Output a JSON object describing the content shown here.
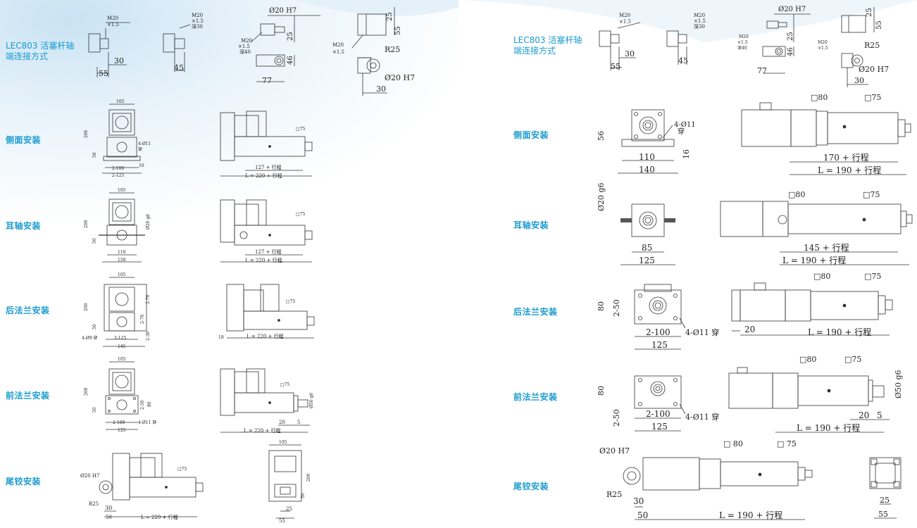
{
  "colors": {
    "label": "#1a9bd0",
    "line": "#333333",
    "background_glow": "#d8ecf6"
  },
  "left": {
    "title_line1": "LEC803 活塞杆轴",
    "title_line2": "端连接方式",
    "rods": {
      "r1": {
        "thread": "M20",
        "pitch": "×1.5",
        "d1": "30",
        "d2": "55"
      },
      "r2": {
        "thread": "M20",
        "pitch": "×1.5",
        "depth": "深30",
        "d1": "45"
      },
      "r3": {
        "bore": "Ø20 H7",
        "thread": "M20",
        "pitch": "×1.5",
        "depth": "深40",
        "d1": "25",
        "d2": "46",
        "d3": "77"
      },
      "r4": {
        "thread": "M20",
        "pitch": "×1.5",
        "d1": "25",
        "d2": "55",
        "r": "R25",
        "bore": "Ø20 H7",
        "d3": "30"
      }
    },
    "rows": [
      {
        "label": "侧面安装",
        "dims": [
          "105",
          "206",
          "56",
          "4-Ø11",
          "穿",
          "16",
          "2-100",
          "2-125"
        ],
        "side": [
          "□75",
          "127 + 行程",
          "L = 220 + 行程"
        ]
      },
      {
        "label": "耳轴安装",
        "dims": [
          "105",
          "200",
          "50",
          "Ø20 g6",
          "110",
          "150"
        ],
        "side": [
          "□75",
          "127 + 行程",
          "L = 220 + 行程"
        ]
      },
      {
        "label": "后法兰安装",
        "dims": [
          "105",
          "200",
          "50",
          "2-70",
          "2-70",
          "4-Ø9 穿",
          "3-125",
          "2-30",
          "145"
        ],
        "side": [
          "□75",
          "18",
          "L = 220 + 行程"
        ]
      },
      {
        "label": "前法兰安装",
        "dims": [
          "105",
          "200",
          "50",
          "2-50",
          "80",
          "2-100",
          "4-Ø11 穿",
          "125"
        ],
        "side": [
          "□75",
          "Ø50 g6",
          "20",
          "5",
          "L = 220 + 行程"
        ]
      },
      {
        "label": "尾铰安装",
        "dims": [
          "Ø20 H7",
          "R25",
          "30",
          "50"
        ],
        "side": [
          "□75",
          "L = 220 + 行程"
        ],
        "end": [
          "105",
          "200",
          "50",
          "25",
          "55"
        ]
      }
    ]
  },
  "right": {
    "title_line1": "LEC803 活塞杆轴",
    "title_line2": "端连接方式",
    "rods": {
      "r1": {
        "thread": "M20",
        "pitch": "×1.5",
        "d1": "30",
        "d2": "55"
      },
      "r2": {
        "thread": "M20",
        "pitch": "×1.5",
        "depth": "深30",
        "d1": "45"
      },
      "r3": {
        "bore": "Ø20 H7",
        "thread": "M20",
        "pitch": "×1.5",
        "depth": "深40",
        "d1": "25",
        "d2": "46",
        "d3": "77"
      },
      "r4": {
        "thread": "M20",
        "pitch": "×1.5",
        "d1": "25",
        "d2": "55",
        "r": "R25",
        "bore": "Ø20 H7",
        "d3": "30"
      }
    },
    "rows": [
      {
        "label": "侧面安装",
        "dims": [
          "56",
          "4-Ø11",
          "穿",
          "16",
          "110",
          "140"
        ],
        "side": [
          "□80",
          "□75",
          "170 + 行程",
          "L = 190 + 行程"
        ]
      },
      {
        "label": "耳轴安装",
        "dims": [
          "Ø20 g6",
          "85",
          "125"
        ],
        "side": [
          "□80",
          "□75",
          "145 + 行程",
          "L = 190 + 行程"
        ]
      },
      {
        "label": "后法兰安装",
        "dims": [
          "80",
          "2-50",
          "2-100",
          "4-Ø11 穿",
          "125"
        ],
        "side": [
          "□80",
          "□75",
          "20",
          "L = 190 + 行程"
        ]
      },
      {
        "label": "前法兰安装",
        "dims": [
          "80",
          "2-50",
          "2-100",
          "4-Ø11 穿",
          "125"
        ],
        "side": [
          "□80",
          "□75",
          "Ø50 g6",
          "20",
          "5",
          "L = 190 + 行程"
        ]
      },
      {
        "label": "尾铰安装",
        "dims": [
          "Ø20 H7",
          "R25",
          "30",
          "50"
        ],
        "side": [
          "□ 80",
          "□ 75",
          "L = 190 + 行程"
        ],
        "end": [
          "25",
          "55"
        ]
      }
    ]
  }
}
